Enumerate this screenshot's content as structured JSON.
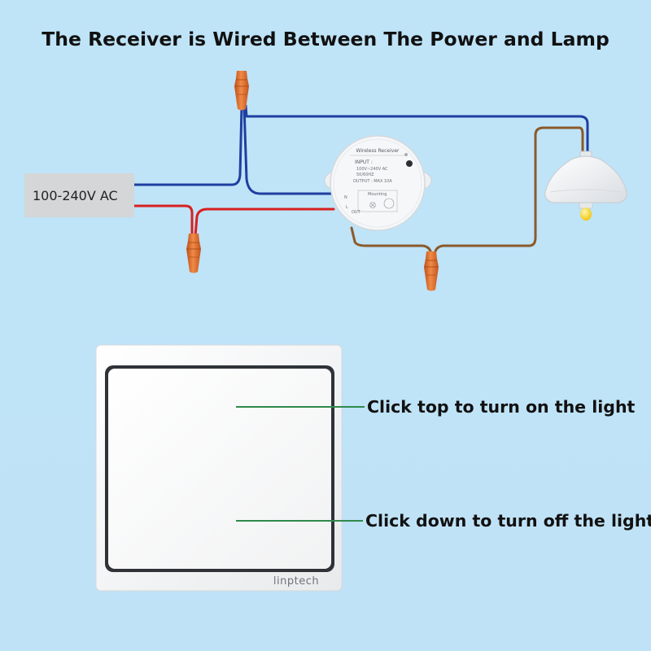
{
  "title": "The Receiver is Wired Between The Power and Lamp",
  "power_source": {
    "label": "100-240V AC"
  },
  "receiver": {
    "name": "Wireless Receiver",
    "input_label": "INPUT :",
    "input_voltage": "100V~240V AC",
    "input_frequency": "50/60HZ",
    "output_label": "OUTPUT : MAX 10A",
    "mounting_label": "Mounting",
    "terminal_n": "N",
    "terminal_l": "L",
    "terminal_out": "OUT"
  },
  "switch": {
    "brand": "linptech"
  },
  "callouts": {
    "top": "Click top to turn on the light",
    "bottom": "Click down to turn off the light"
  },
  "colors": {
    "background": "#bfe4f8",
    "neutral_wire": "#1f3fa0",
    "live_wire": "#d82020",
    "load_wire": "#8a5a2b",
    "wire_nut": "#d9682a",
    "callout_line": "#2f8a4a"
  },
  "icons": {
    "connector": "wire-nut-icon",
    "lamp": "ceiling-lamp-icon",
    "receiver": "wireless-receiver-icon",
    "switch": "wall-switch-icon"
  }
}
